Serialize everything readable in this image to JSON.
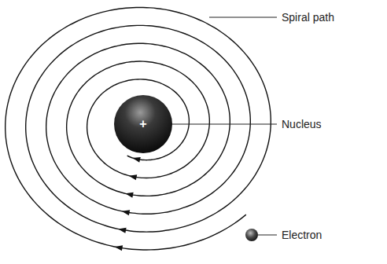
{
  "diagram": {
    "labels": [
      "Spiral path",
      "+",
      "Nucleus",
      "Electron"
    ]
  }
}
